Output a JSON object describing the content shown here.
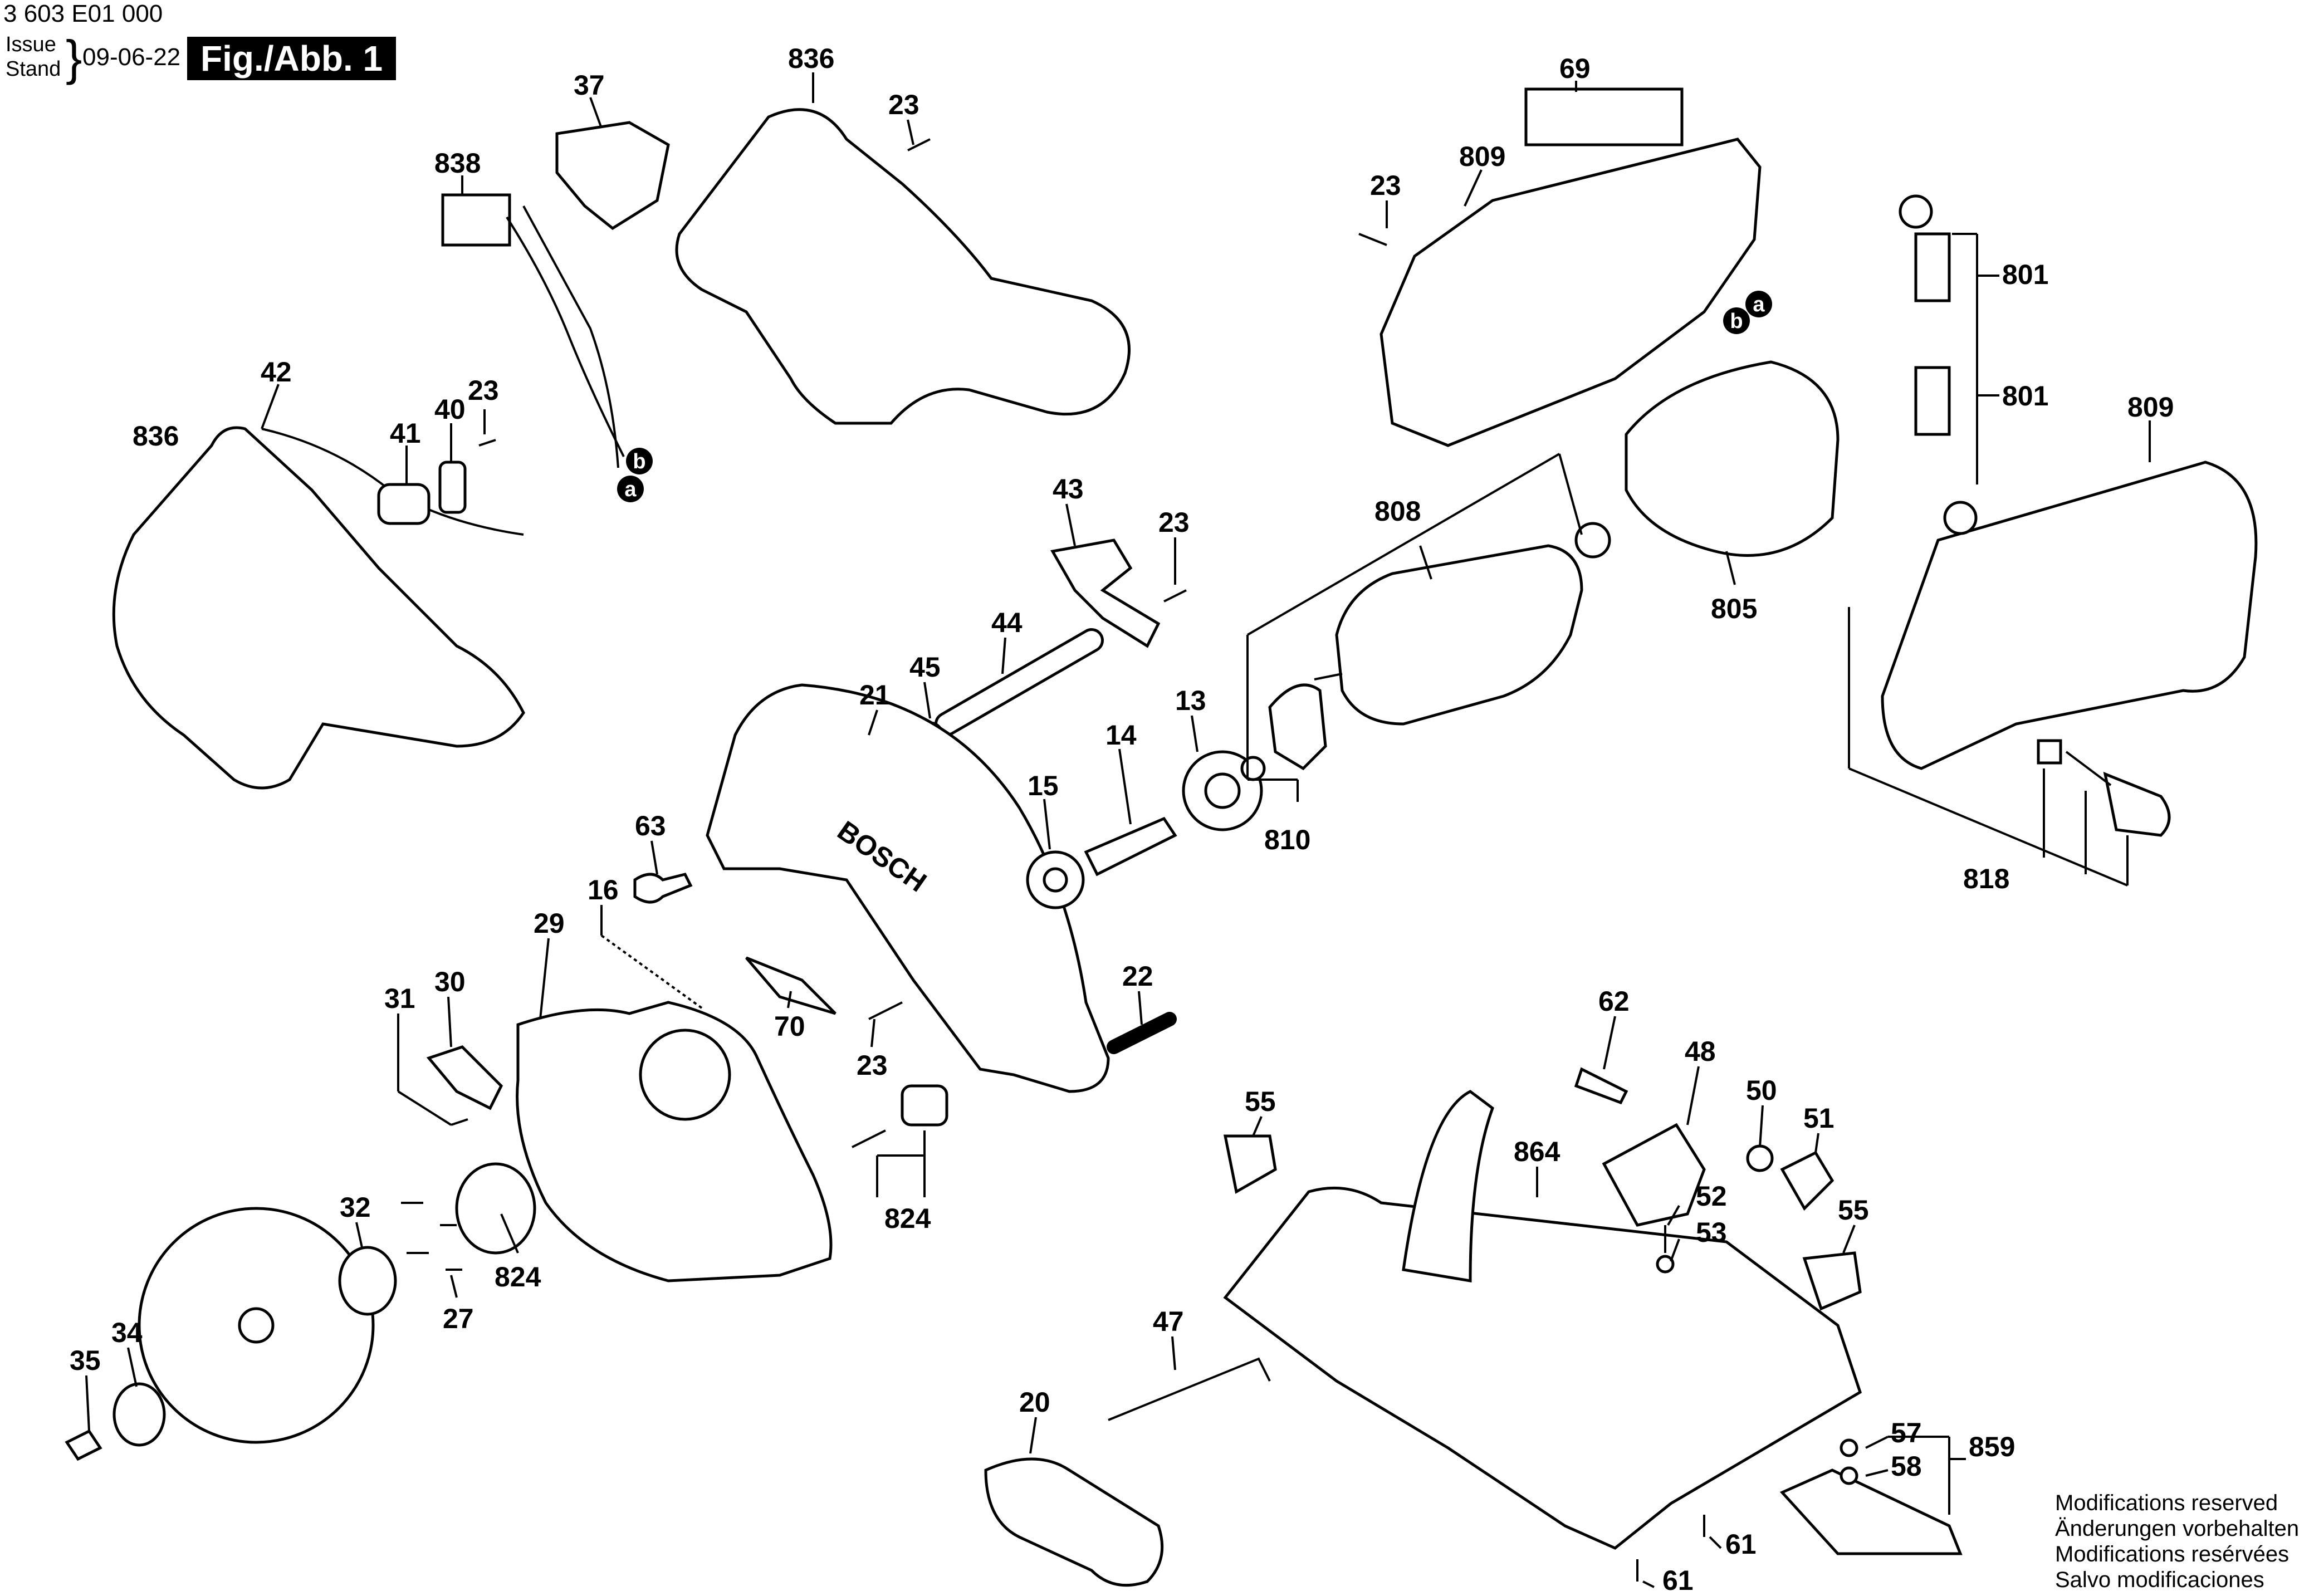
{
  "header": {
    "part_number": "3 603 E01 000",
    "issue_label": "Issue",
    "stand_label": "Stand",
    "date": "09-06-22",
    "figure_label": "Fig./Abb. 1"
  },
  "footer": {
    "line1": "Modifications reserved",
    "line2": "Änderungen vorbehalten",
    "line3": "Modifications resérvées",
    "line4": "Salvo modificaciones"
  },
  "brand_text": "BOSCH",
  "connectors": {
    "a": "a",
    "b": "b"
  },
  "labels": {
    "l37": "37",
    "l836a": "836",
    "l23a": "23",
    "l69": "69",
    "l838": "838",
    "l23b": "23",
    "l809a": "809",
    "l801a": "801",
    "l801b": "801",
    "l809b": "809",
    "l42": "42",
    "l836b": "836",
    "l40": "40",
    "l23c": "23",
    "l41": "41",
    "l808": "808",
    "l43": "43",
    "l23d": "23",
    "l805": "805",
    "l44": "44",
    "l45": "45",
    "l21": "21",
    "l13": "13",
    "l14": "14",
    "l15": "15",
    "l810": "810",
    "l818": "818",
    "l63": "63",
    "l16": "16",
    "l29": "29",
    "l30": "30",
    "l31": "31",
    "l70": "70",
    "l22": "22",
    "l23e": "23",
    "l62": "62",
    "l48": "48",
    "l50": "50",
    "l51": "51",
    "l55a": "55",
    "l864": "864",
    "l52": "52",
    "l53": "53",
    "l55b": "55",
    "l32": "32",
    "l824a": "824",
    "l824b": "824",
    "l27": "27",
    "l35": "35",
    "l34": "34",
    "l47": "47",
    "l20": "20",
    "l57": "57",
    "l58": "58",
    "l859": "859",
    "l61a": "61",
    "l61b": "61"
  }
}
